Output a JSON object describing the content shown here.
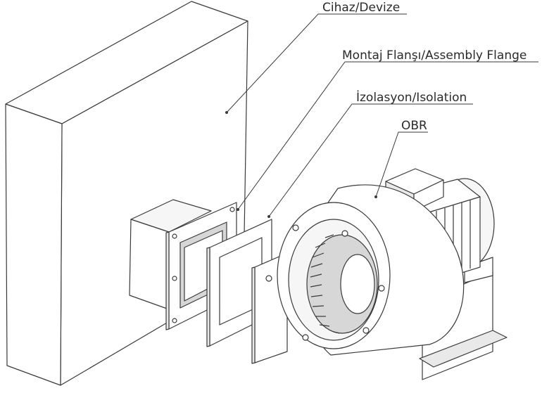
{
  "labels": {
    "device": "Cihaz/Devize",
    "flange": "Montaj Flanşı/Assembly Flange",
    "isolation": "İzolasyon/Isolation",
    "obr": "OBR"
  }
}
